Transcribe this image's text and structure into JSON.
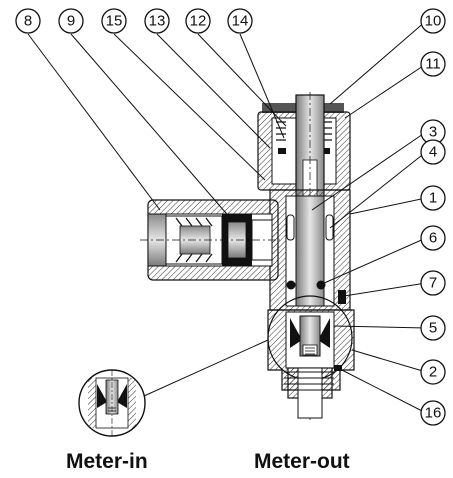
{
  "callouts": [
    {
      "id": "c8",
      "label": "8"
    },
    {
      "id": "c9",
      "label": "9"
    },
    {
      "id": "c15",
      "label": "15"
    },
    {
      "id": "c13",
      "label": "13"
    },
    {
      "id": "c12",
      "label": "12"
    },
    {
      "id": "c14",
      "label": "14"
    },
    {
      "id": "c10",
      "label": "10"
    },
    {
      "id": "c11",
      "label": "11"
    },
    {
      "id": "c3",
      "label": "3"
    },
    {
      "id": "c4",
      "label": "4"
    },
    {
      "id": "c1",
      "label": "1"
    },
    {
      "id": "c6",
      "label": "6"
    },
    {
      "id": "c7",
      "label": "7"
    },
    {
      "id": "c5",
      "label": "5"
    },
    {
      "id": "c2",
      "label": "2"
    },
    {
      "id": "c16",
      "label": "16"
    }
  ],
  "captions": {
    "meter_in": "Meter-in",
    "meter_out": "Meter-out"
  }
}
